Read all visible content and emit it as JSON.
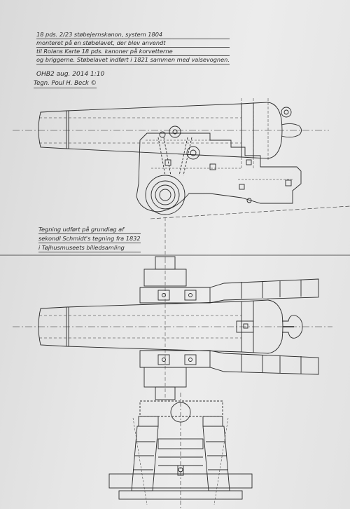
{
  "notes": {
    "title_lines": [
      "18 pds. 2/23 støbejernskanon, system 1804",
      "monteret på en støbelavet, der blev anvendt",
      "til Rolans Karte 18 pds. kanoner på korvetterne",
      "og briggerne. Støbelavet indført i 1821 sammen med valsevognen."
    ],
    "date": "OHB2 aug. 2014   1:10",
    "author": "Tegn. Poul H. Beck ©",
    "source_lines": [
      "Tegning udført på grundlag af",
      "sekondl Schmidt's tegning fra 1832",
      "i Tøjhusmuseets billedsamling"
    ]
  },
  "colors": {
    "paper": "#e6e6e6",
    "ink": "#2a2a2a",
    "background": "#8a8a8a"
  }
}
